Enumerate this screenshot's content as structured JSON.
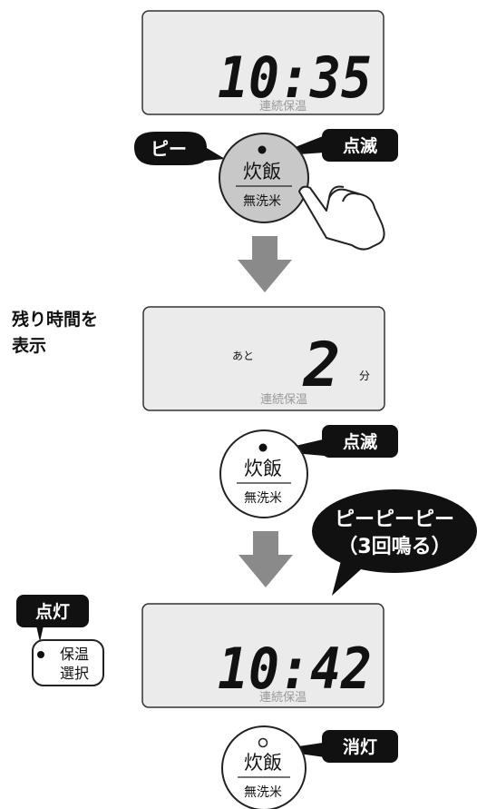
{
  "step1": {
    "display_time": "10:35",
    "display_caption": "連続保温",
    "beep_label": "ピー",
    "blink_label": "点滅",
    "button_top": "炊飯",
    "button_bottom": "無洗米"
  },
  "step2": {
    "side_label_line1": "残り時間を",
    "side_label_line2": "表示",
    "prefix": "あと",
    "remaining_value": "2",
    "unit": "分",
    "display_caption": "連続保温",
    "blink_label": "点滅",
    "button_top": "炊飯",
    "button_bottom": "無洗米",
    "beep_line1": "ピーピーピー",
    "beep_line2": "（3回鳴る）"
  },
  "step3": {
    "lit_label": "点灯",
    "keep_warm_line1": "保温",
    "keep_warm_line2": "選択",
    "display_time": "10:42",
    "display_caption": "連続保温",
    "off_label": "消灯",
    "button_top": "炊飯",
    "button_bottom": "無洗米"
  },
  "colors": {
    "lcd_bg": "#ebebeb",
    "line": "#333333",
    "arrow": "#8a8a8a",
    "callout": "#111111",
    "button_pressed": "#c8c8c8"
  }
}
